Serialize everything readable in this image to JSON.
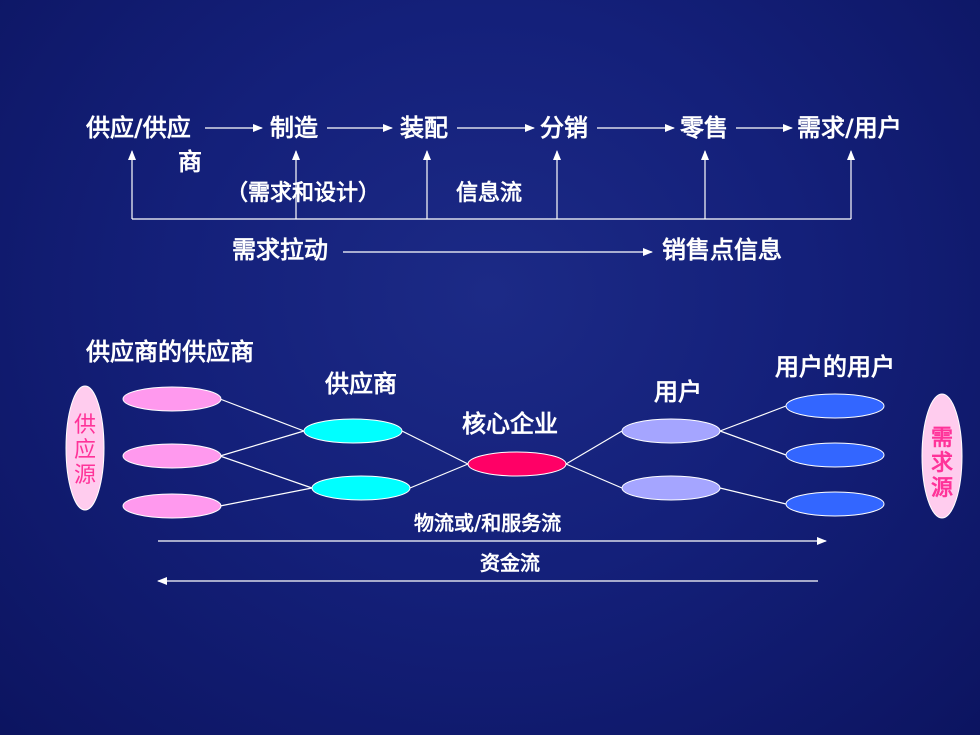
{
  "top_chain": {
    "stages": [
      "供应/供应",
      "制造",
      "装配",
      "分销",
      "零售",
      "需求/用户"
    ],
    "stage1_line2": "商",
    "design_note": "（需求和设计）",
    "info_flow": "信息流",
    "demand_pull": "需求拉动",
    "pos_info": "销售点信息"
  },
  "network": {
    "supplier_of_supplier": "供应商的供应商",
    "supplier": "供应商",
    "core": "核心企业",
    "customer": "用户",
    "customer_of_customer": "用户的用户",
    "source_left": [
      "供",
      "应",
      "源"
    ],
    "source_right": [
      "需",
      "求",
      "源"
    ],
    "flow_forward": "物流或/和服务流",
    "flow_back": "资金流"
  },
  "colors": {
    "background": "#14207a",
    "tier1": "#ff99ee",
    "tier2": "#00ffff",
    "core": "#ff0066",
    "tier3": "#a5a5ff",
    "tier4": "#3366ff",
    "source": "#ffccee"
  }
}
